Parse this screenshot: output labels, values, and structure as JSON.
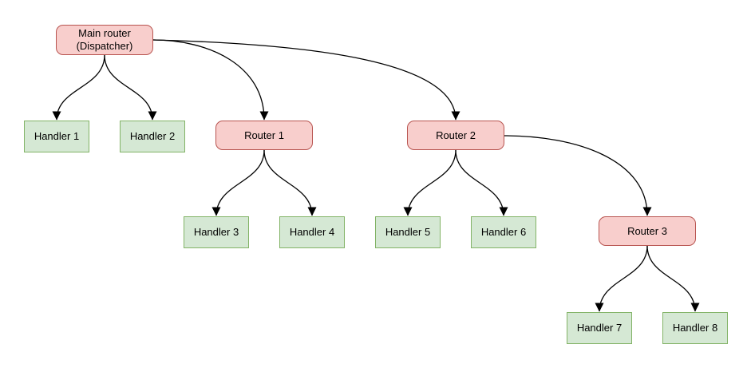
{
  "diagram": {
    "nodes": [
      {
        "id": "main-router",
        "type": "router",
        "label": "Main router\n(Dispatcher)"
      },
      {
        "id": "handler-1",
        "type": "handler",
        "label": "Handler 1"
      },
      {
        "id": "handler-2",
        "type": "handler",
        "label": "Handler 2"
      },
      {
        "id": "router-1",
        "type": "router",
        "label": "Router 1"
      },
      {
        "id": "router-2",
        "type": "router",
        "label": "Router 2"
      },
      {
        "id": "handler-3",
        "type": "handler",
        "label": "Handler 3"
      },
      {
        "id": "handler-4",
        "type": "handler",
        "label": "Handler 4"
      },
      {
        "id": "handler-5",
        "type": "handler",
        "label": "Handler 5"
      },
      {
        "id": "handler-6",
        "type": "handler",
        "label": "Handler 6"
      },
      {
        "id": "router-3",
        "type": "router",
        "label": "Router 3"
      },
      {
        "id": "handler-7",
        "type": "handler",
        "label": "Handler 7"
      },
      {
        "id": "handler-8",
        "type": "handler",
        "label": "Handler 8"
      }
    ],
    "edges": [
      {
        "from": "main-router",
        "to": "handler-1"
      },
      {
        "from": "main-router",
        "to": "handler-2"
      },
      {
        "from": "main-router",
        "to": "router-1"
      },
      {
        "from": "main-router",
        "to": "router-2"
      },
      {
        "from": "router-1",
        "to": "handler-3"
      },
      {
        "from": "router-1",
        "to": "handler-4"
      },
      {
        "from": "router-2",
        "to": "handler-5"
      },
      {
        "from": "router-2",
        "to": "handler-6"
      },
      {
        "from": "router-2",
        "to": "router-3"
      },
      {
        "from": "router-3",
        "to": "handler-7"
      },
      {
        "from": "router-3",
        "to": "handler-8"
      }
    ]
  },
  "colors": {
    "router_fill": "#f8cecc",
    "router_border": "#b85450",
    "handler_fill": "#d5e8d4",
    "handler_border": "#82b366",
    "edge": "#000000",
    "text": "#000000",
    "background": "#ffffff"
  }
}
